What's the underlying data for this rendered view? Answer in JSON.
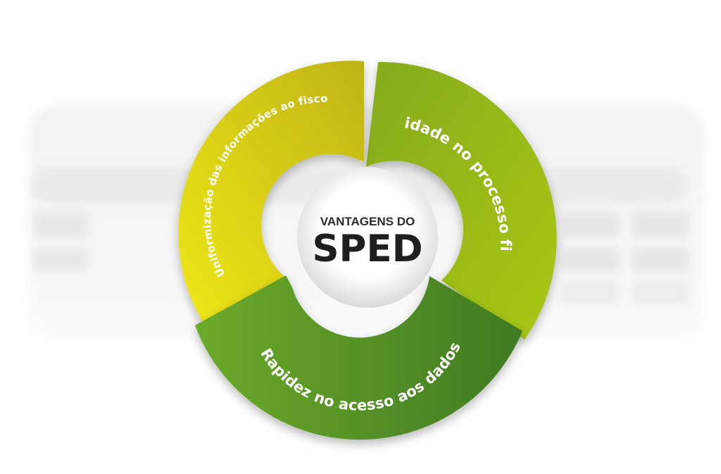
{
  "center": {
    "line1": "VANTAGENS DO",
    "line2": "SPED"
  },
  "segments": [
    {
      "label": "Agilidade no processo fiscal",
      "color_start": "#8fb31f",
      "color_end": "#a7c614"
    },
    {
      "label": "Rapidez no acesso aos dados",
      "color_start": "#6aa52a",
      "color_end": "#3f7d22"
    },
    {
      "label": "Uniformização das informações ao fisco",
      "color_start": "#ece41a",
      "color_end": "#c2b912"
    }
  ]
}
